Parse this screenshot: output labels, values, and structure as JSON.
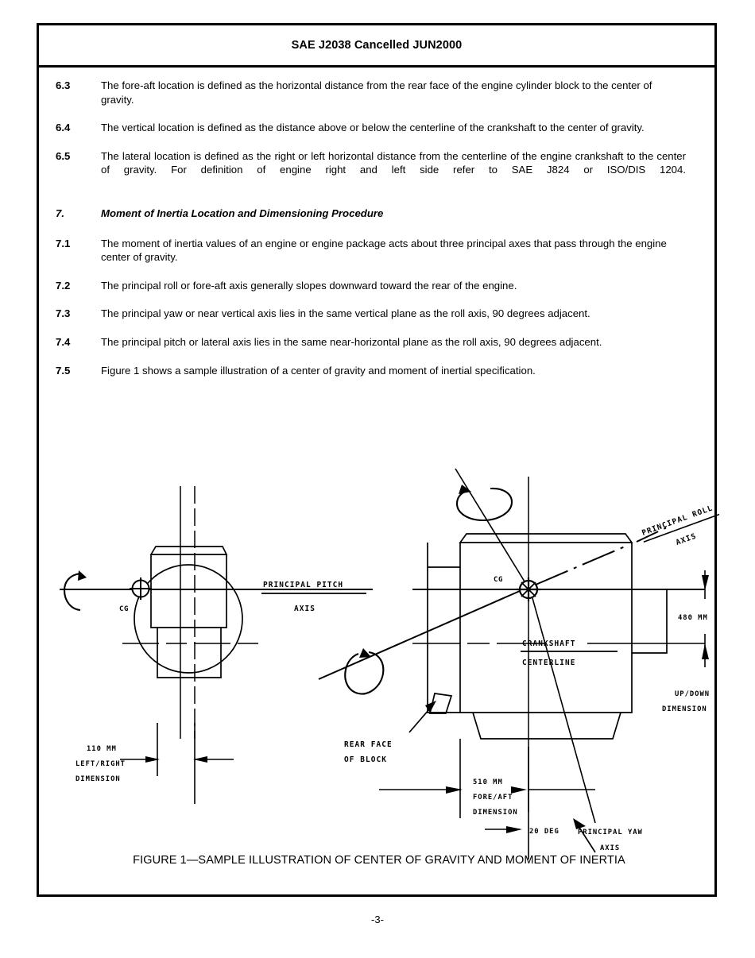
{
  "header": {
    "title": "SAE J2038 Cancelled JUN2000"
  },
  "clauses": [
    {
      "num": "6.3",
      "text": "The fore-aft location is defined as the horizontal distance from the rear face of the engine cylinder block to the center of gravity."
    },
    {
      "num": "6.4",
      "text": "The vertical location is defined as the distance above or below the centerline of the crankshaft to the center of gravity."
    },
    {
      "num": "6.5",
      "text": "The lateral location is defined as the right or left horizontal distance from the centerline of the engine crankshaft to the center of gravity.  For definition of engine right and left side refer to SAE J824 or ISO/DIS 1204."
    },
    {
      "num": "7.",
      "text": "Moment of Inertia Location and Dimensioning Procedure"
    },
    {
      "num": "7.1",
      "text": "The moment of inertia values of an engine or engine package acts about three principal axes that pass through the engine center of gravity."
    },
    {
      "num": "7.2",
      "text": "The principal roll or fore-aft axis generally slopes downward toward the rear of the engine."
    },
    {
      "num": "7.3",
      "text": "The principal yaw or near vertical axis lies in the same vertical plane as the roll axis, 90 degrees adjacent."
    },
    {
      "num": "7.4",
      "text": "The principal pitch or lateral axis lies in the same near-horizontal plane as the roll axis, 90 degrees adjacent."
    },
    {
      "num": "7.5",
      "text": "Figure 1 shows a sample illustration of a center of gravity and moment of inertial specification."
    }
  ],
  "figure": {
    "caption": "FIGURE 1—SAMPLE ILLUSTRATION OF CENTER OF GRAVITY AND MOMENT OF INERTIA",
    "labels": {
      "cg_front": "CG",
      "cg_side": "CG",
      "principal_pitch_1": "PRINCIPAL PITCH",
      "principal_pitch_2": "AXIS",
      "principal_roll_1": "PRINCIPAL ROLL",
      "principal_roll_2": "AXIS",
      "principal_yaw_1": "PRINCIPAL YAW",
      "principal_yaw_2": "AXIS",
      "crankshaft_1": "CRANKSHAFT",
      "crankshaft_2": "CENTERLINE",
      "rear_face_1": "REAR FACE",
      "rear_face_2": "OF BLOCK",
      "left_right_value": "110 MM",
      "left_right_1": "LEFT/RIGHT",
      "left_right_2": "DIMENSION",
      "fore_aft_value": "510 MM",
      "fore_aft_1": "FORE/AFT",
      "fore_aft_2": "DIMENSION",
      "up_down_value": "480 MM",
      "up_down_1": "UP/DOWN",
      "up_down_2": "DIMENSION",
      "angle_value": "20 DEG"
    }
  },
  "footer": {
    "page_number": "-3-"
  }
}
